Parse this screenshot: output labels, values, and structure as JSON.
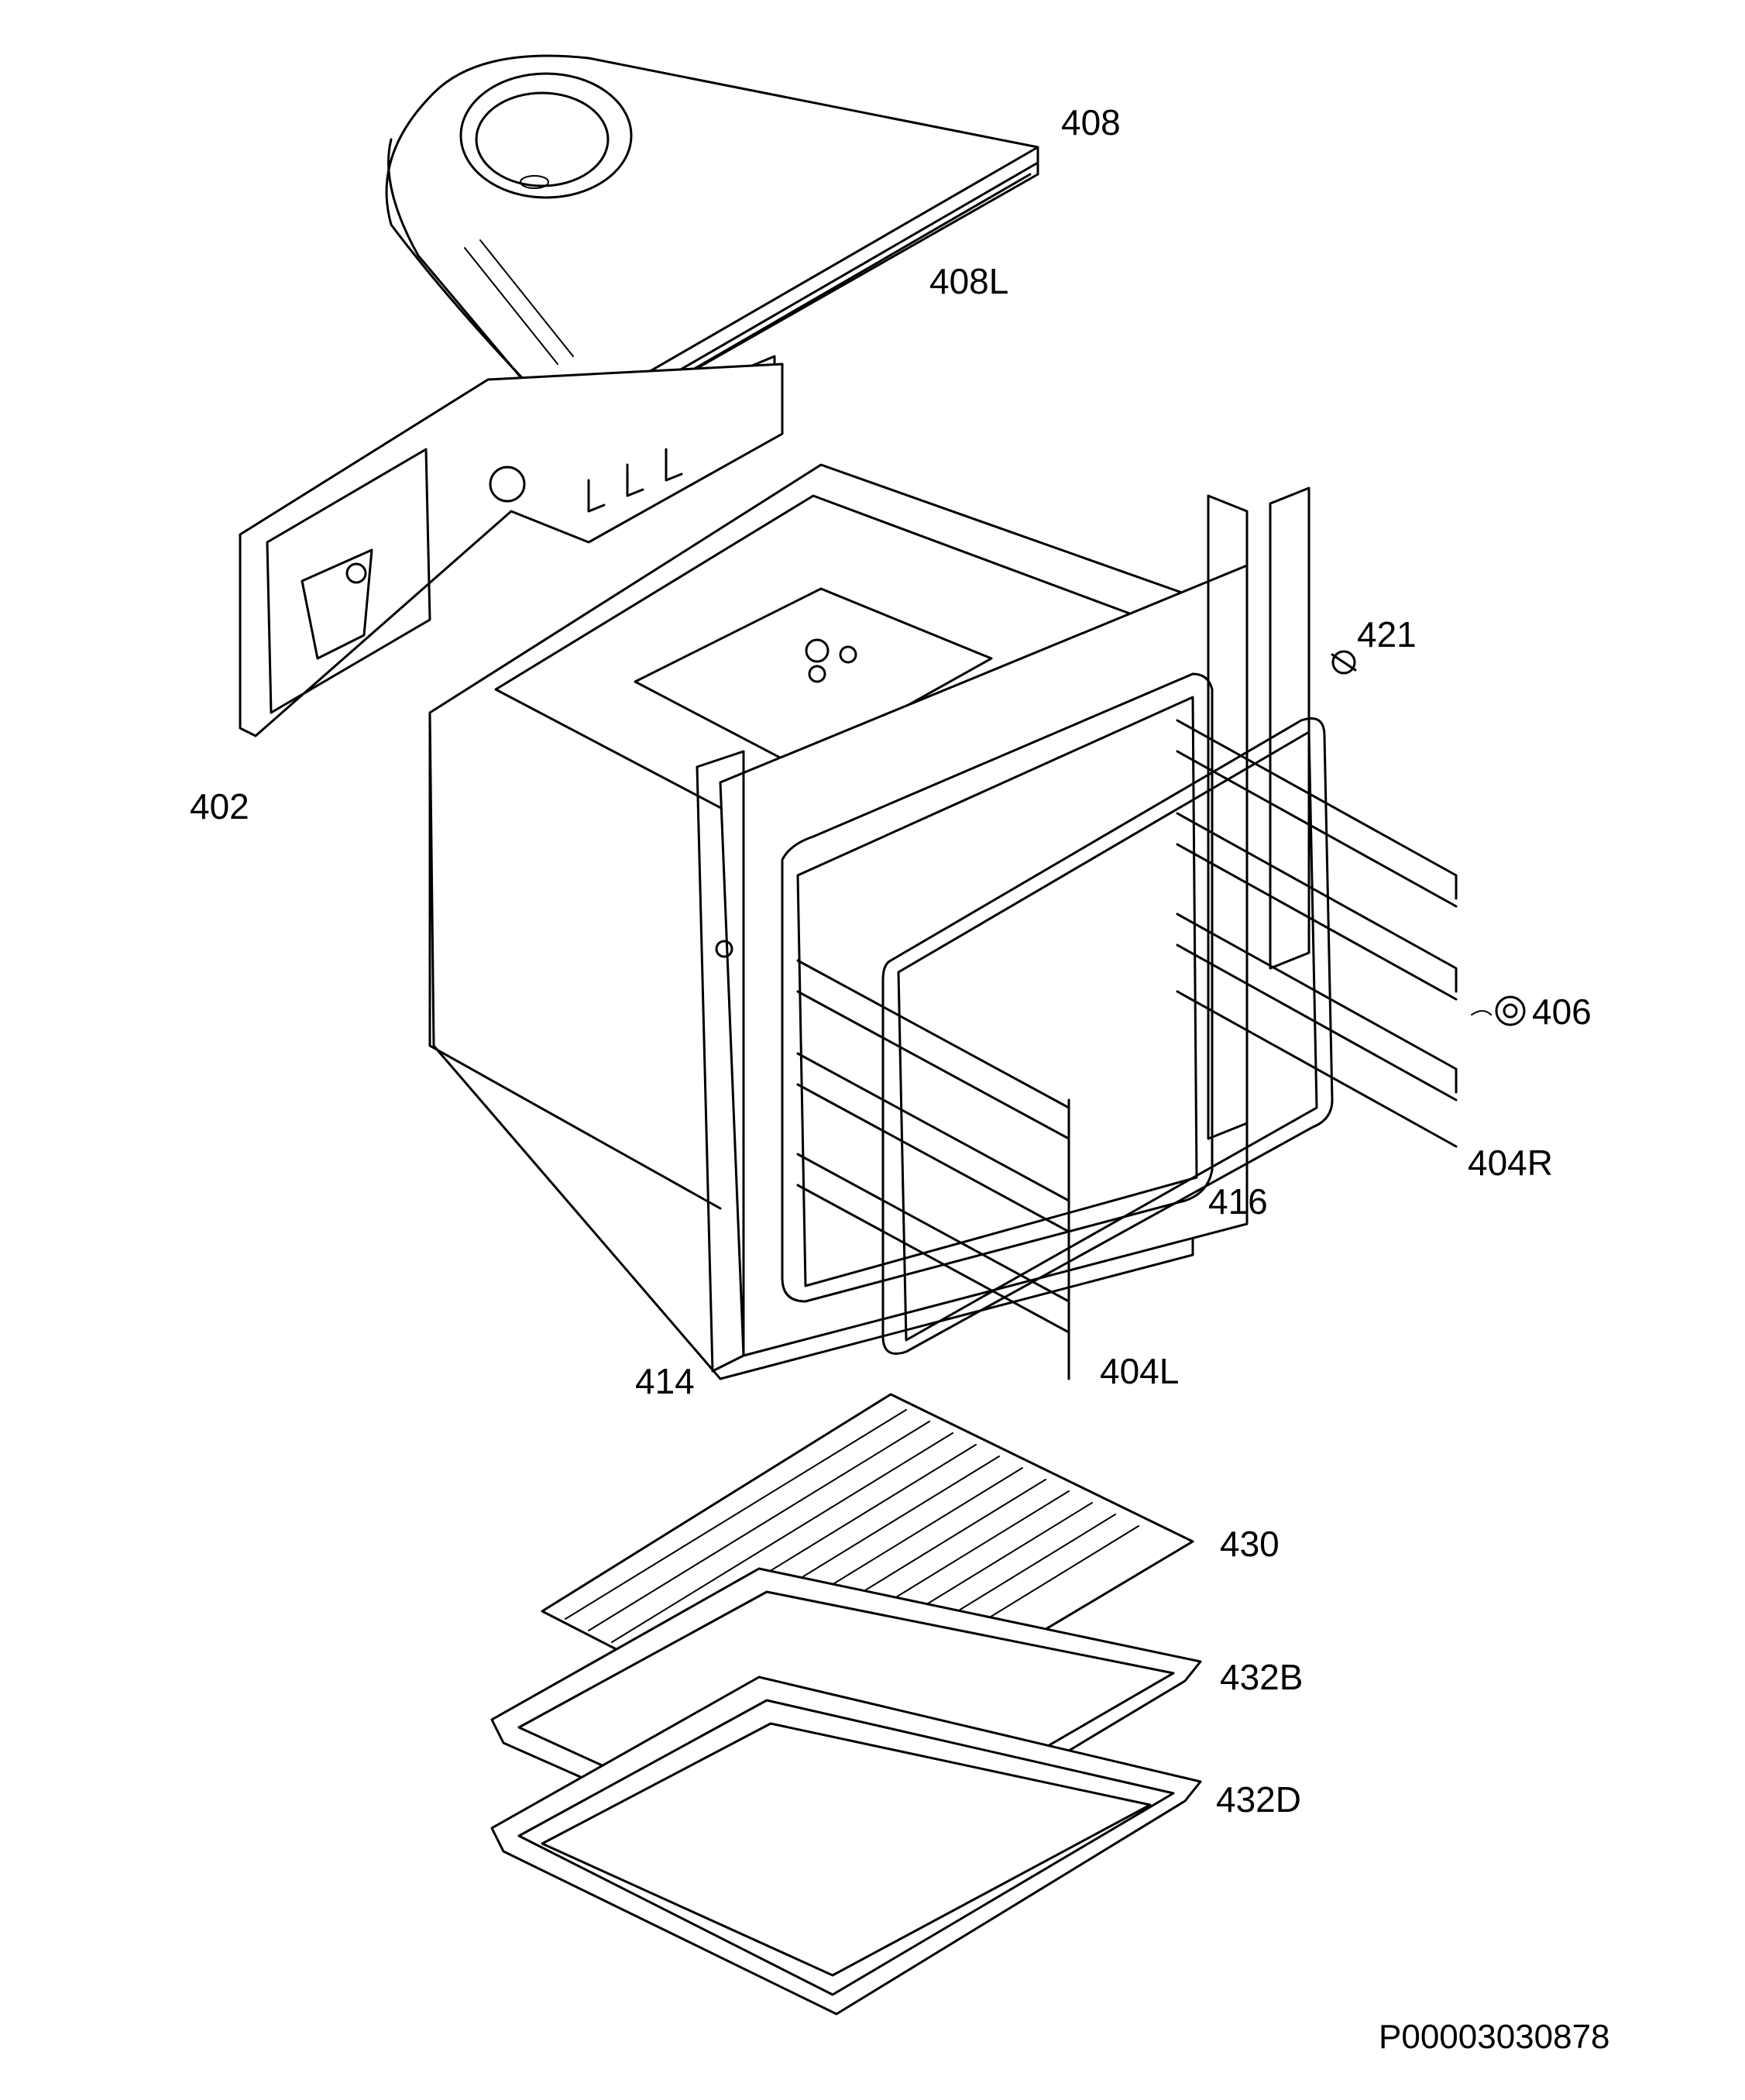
{
  "callouts": {
    "c408": "408",
    "c408L": "408L",
    "c402": "402",
    "c421": "421",
    "c406": "406",
    "c404R": "404R",
    "c416": "416",
    "c414": "414",
    "c404L": "404L",
    "c430": "430",
    "c432B": "432B",
    "c432D": "432D"
  },
  "drawing_id": "P00003030878"
}
